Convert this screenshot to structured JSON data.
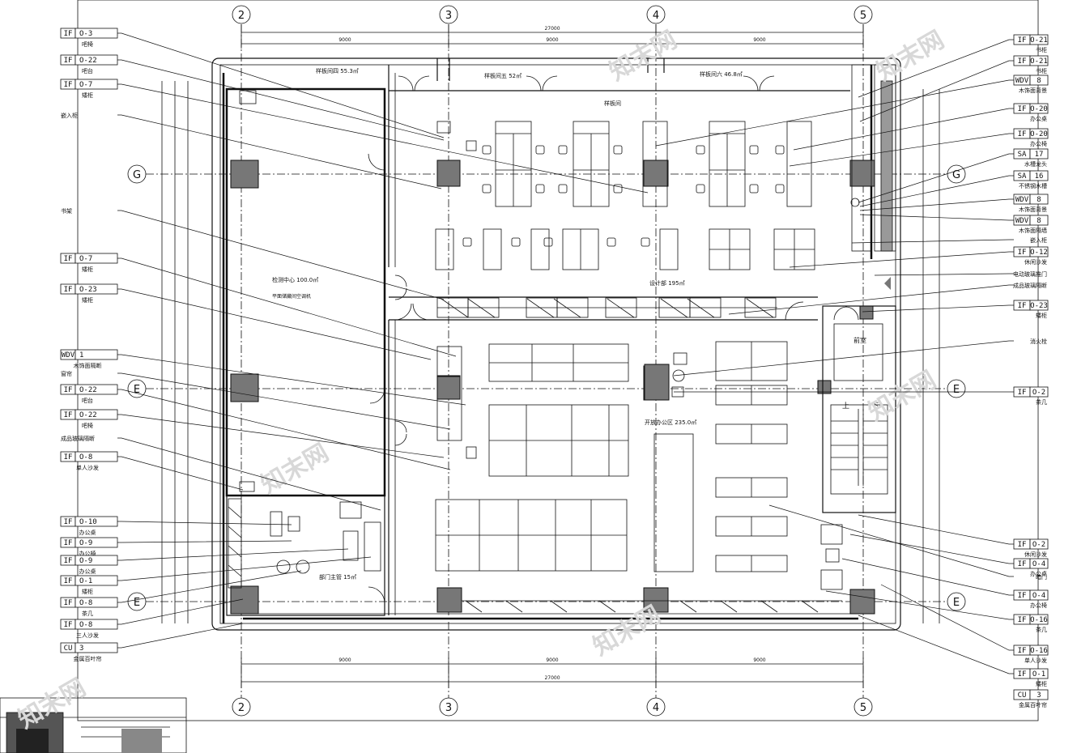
{
  "grid_axes": {
    "columns": [
      "2",
      "3",
      "4",
      "5"
    ],
    "rows": [
      "G",
      "E",
      "E"
    ]
  },
  "dimensions": {
    "total": "27000",
    "bays": [
      "9000",
      "9000",
      "9000"
    ]
  },
  "rooms": {
    "sample_room_4": "样板间四 55.3㎡",
    "sample_room_5": "样板间五 52㎡",
    "sample_room_6": "样板间六 46.8㎡",
    "test_center": "检测中心 100.0㎡",
    "test_center_sub": "平面储藏间空调机",
    "design_dept": "设计部 195㎡",
    "open_office": "开放办公区 235.0㎡",
    "dept_manager": "部门主管 15㎡",
    "front_desk": "前室",
    "stairs_up": "上",
    "stairs_down": "下",
    "sample_hall": "样板间"
  },
  "left_tags": [
    {
      "code": "IF",
      "num": "O-3",
      "desc": "吧椅"
    },
    {
      "code": "IF",
      "num": "O-22",
      "desc": "吧台"
    },
    {
      "code": "IF",
      "num": "O-7",
      "desc": "矮柜"
    },
    {
      "code": "",
      "num": "",
      "desc": "嵌入柜"
    },
    {
      "code": "",
      "num": "",
      "desc": "书架"
    },
    {
      "code": "IF",
      "num": "O-7",
      "desc": "矮柜"
    },
    {
      "code": "IF",
      "num": "O-23",
      "desc": "矮柜"
    },
    {
      "code": "WDV",
      "num": "1",
      "desc": "木饰面隔断"
    },
    {
      "code": "",
      "num": "",
      "desc": "窗帘"
    },
    {
      "code": "IF",
      "num": "O-22",
      "desc": "吧台"
    },
    {
      "code": "IF",
      "num": "O-22",
      "desc": "吧椅"
    },
    {
      "code": "",
      "num": "",
      "desc": "成品玻璃隔断"
    },
    {
      "code": "IF",
      "num": "O-8",
      "desc": "单人沙发"
    },
    {
      "code": "IF",
      "num": "O-10",
      "desc": "办公桌"
    },
    {
      "code": "IF",
      "num": "O-9",
      "desc": "办公椅"
    },
    {
      "code": "IF",
      "num": "O-9",
      "desc": "办公桌"
    },
    {
      "code": "IF",
      "num": "O-1",
      "desc": "矮柜"
    },
    {
      "code": "IF",
      "num": "O-8",
      "desc": "茶几"
    },
    {
      "code": "IF",
      "num": "O-8",
      "desc": "三人沙发"
    },
    {
      "code": "CU",
      "num": "3",
      "desc": "金属百叶帘"
    }
  ],
  "right_tags": [
    {
      "code": "IF",
      "num": "O-21",
      "desc": "书柜"
    },
    {
      "code": "IF",
      "num": "O-21",
      "desc": "书柜"
    },
    {
      "code": "WDV",
      "num": "8",
      "desc": "木饰面背景"
    },
    {
      "code": "IF",
      "num": "O-20",
      "desc": "办公桌"
    },
    {
      "code": "IF",
      "num": "O-20",
      "desc": "办公椅"
    },
    {
      "code": "SA",
      "num": "17",
      "desc": "水槽龙头"
    },
    {
      "code": "SA",
      "num": "16",
      "desc": "不锈钢水槽"
    },
    {
      "code": "WDV",
      "num": "8",
      "desc": "木饰面背景"
    },
    {
      "code": "WDV",
      "num": "8",
      "desc": "木饰面隔墙"
    },
    {
      "code": "",
      "num": "",
      "desc": "嵌入柜"
    },
    {
      "code": "IF",
      "num": "O-12",
      "desc": "休闲沙发"
    },
    {
      "code": "",
      "num": "",
      "desc": "电动玻璃推门"
    },
    {
      "code": "",
      "num": "",
      "desc": "成品玻璃隔断"
    },
    {
      "code": "IF",
      "num": "O-23",
      "desc": "矮柜"
    },
    {
      "code": "",
      "num": "",
      "desc": "消火栓"
    },
    {
      "code": "IF",
      "num": "O-2",
      "desc": "茶几"
    },
    {
      "code": "IF",
      "num": "O-2",
      "desc": "休闲沙发"
    },
    {
      "code": "IF",
      "num": "O-4",
      "desc": "办公桌"
    },
    {
      "code": "",
      "num": "",
      "desc": "暗门"
    },
    {
      "code": "IF",
      "num": "O-4",
      "desc": "办公椅"
    },
    {
      "code": "IF",
      "num": "O-16",
      "desc": "茶几"
    },
    {
      "code": "IF",
      "num": "O-16",
      "desc": "单人沙发"
    },
    {
      "code": "IF",
      "num": "O-1",
      "desc": "矮柜"
    },
    {
      "code": "CU",
      "num": "3",
      "desc": "金属百叶帘"
    }
  ],
  "watermark": "知末网"
}
